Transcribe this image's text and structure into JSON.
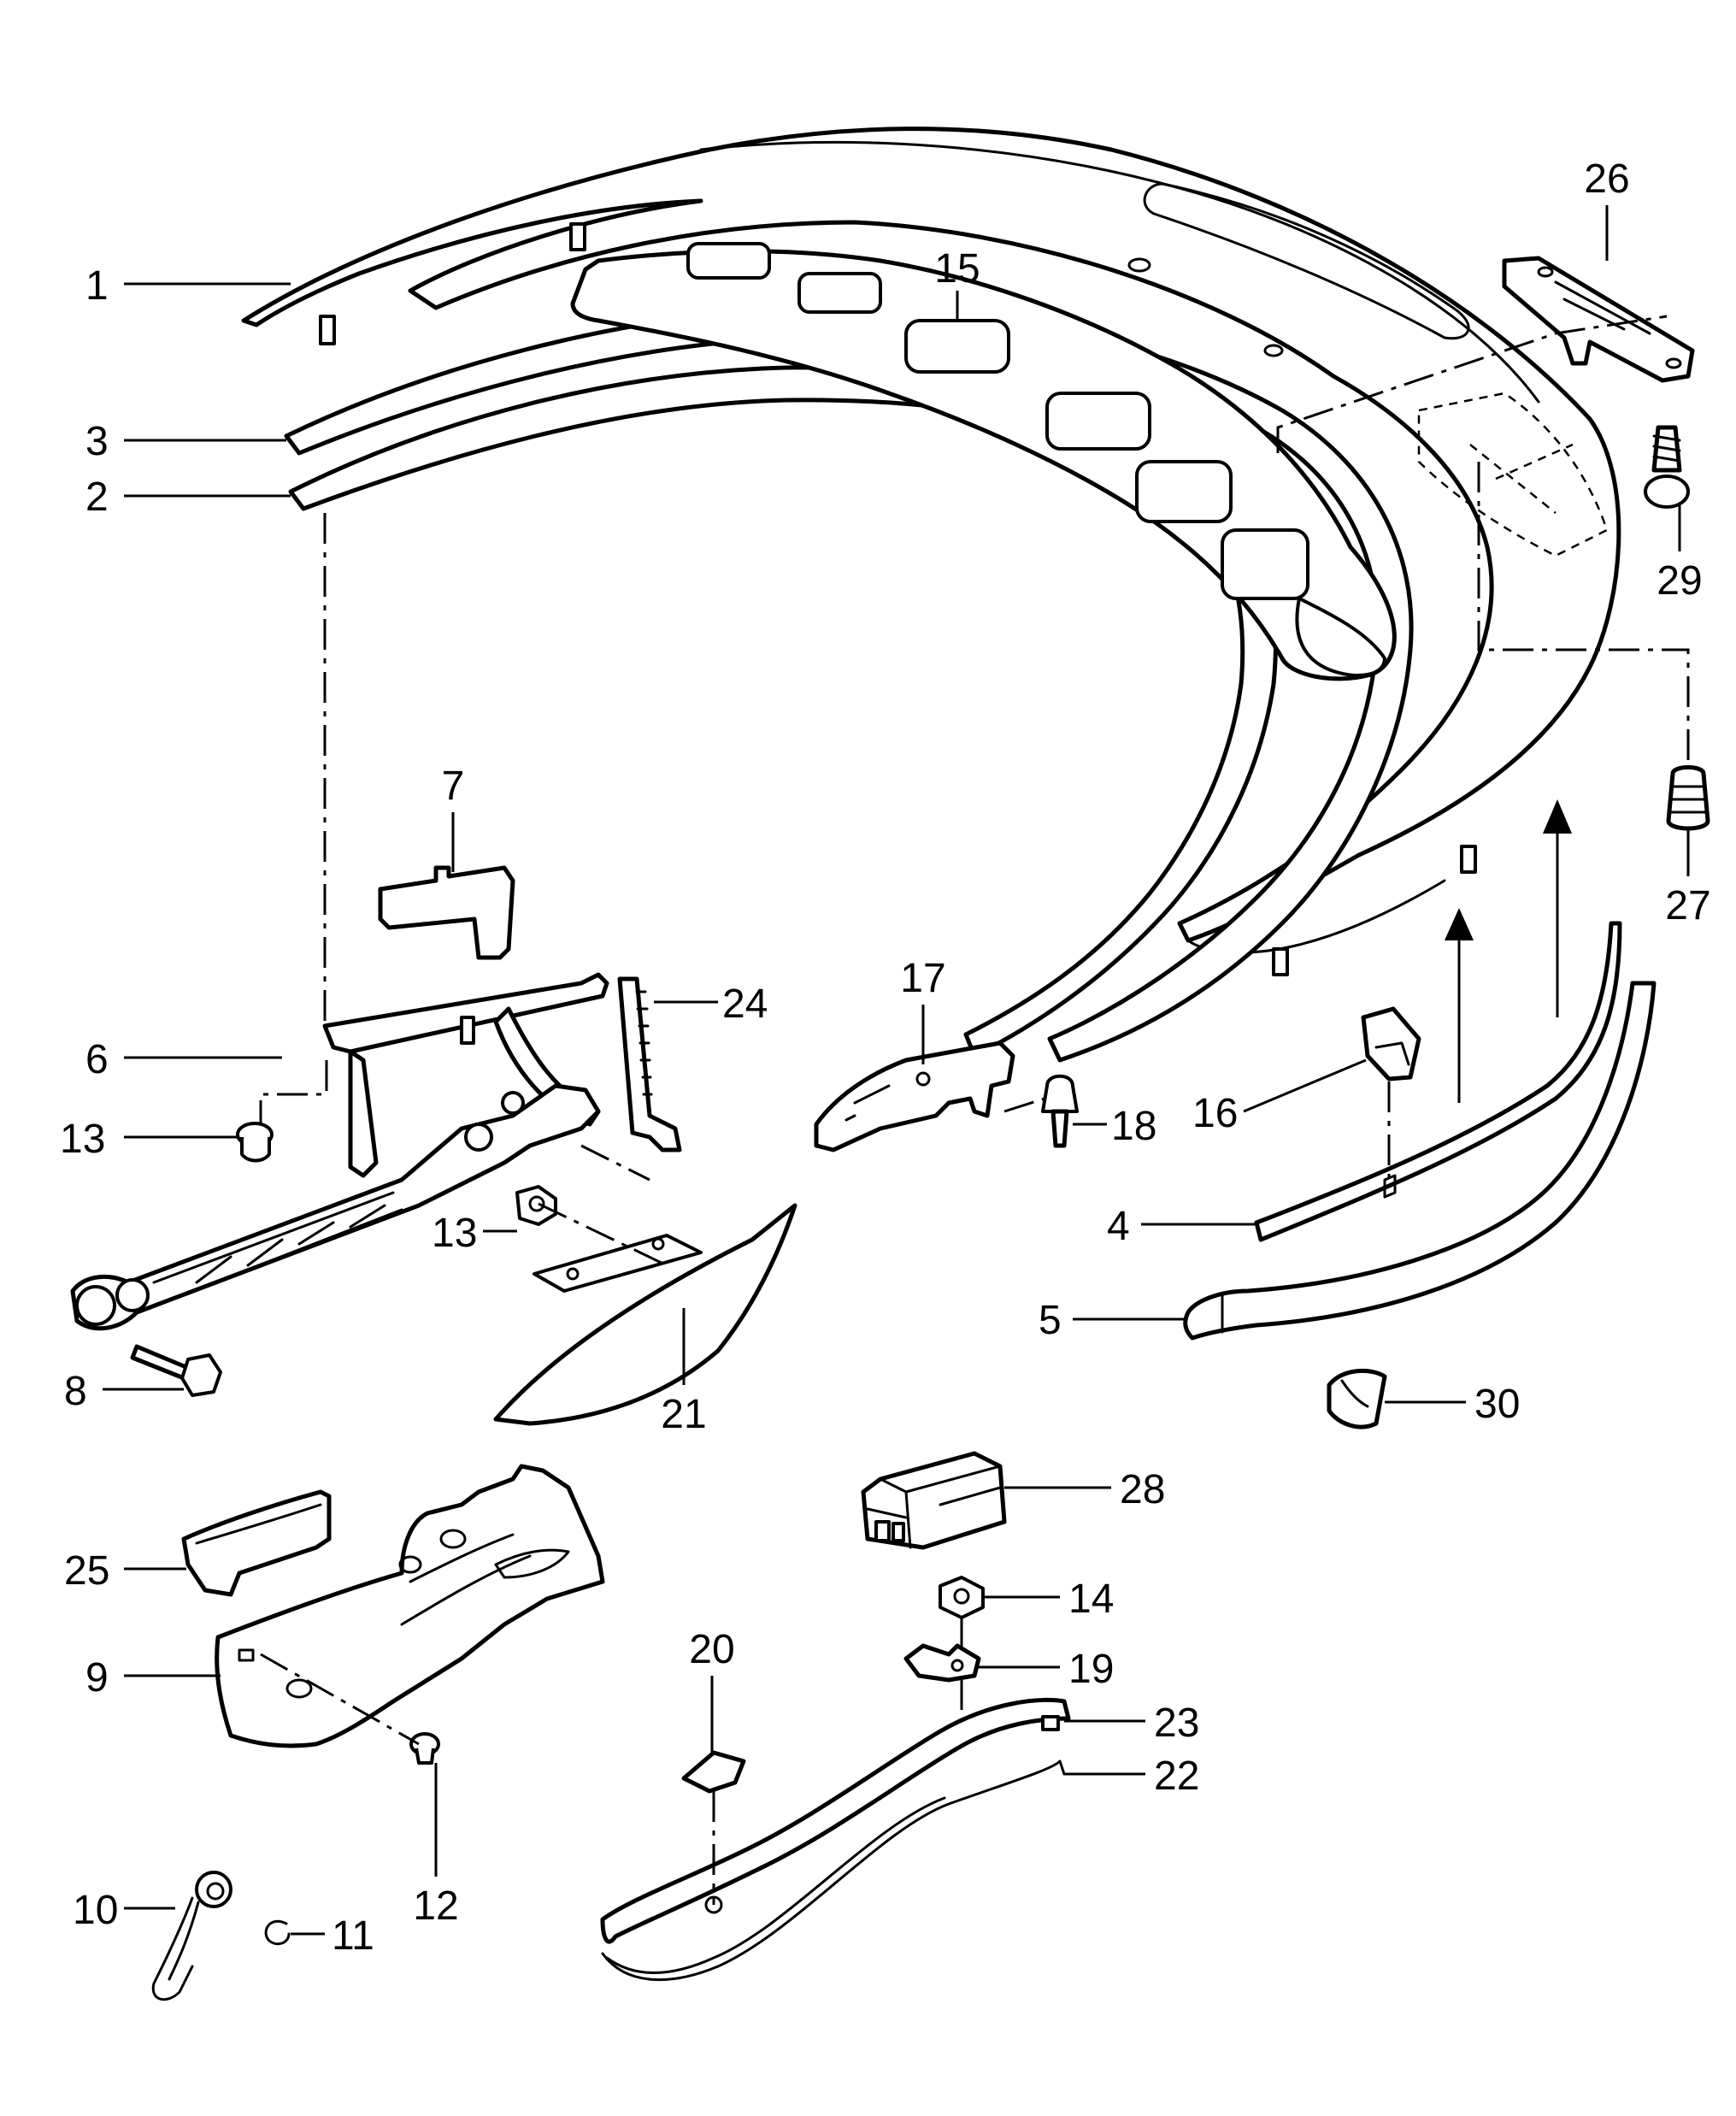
{
  "colors": {
    "line": "#000000",
    "background": "#ffffff"
  },
  "callouts": [
    {
      "id": "c1",
      "label": "1"
    },
    {
      "id": "c3",
      "label": "3"
    },
    {
      "id": "c2",
      "label": "2"
    },
    {
      "id": "c26",
      "label": "26"
    },
    {
      "id": "c15",
      "label": "15"
    },
    {
      "id": "c29",
      "label": "29"
    },
    {
      "id": "c27",
      "label": "27"
    },
    {
      "id": "c7",
      "label": "7"
    },
    {
      "id": "c24",
      "label": "24"
    },
    {
      "id": "c17",
      "label": "17"
    },
    {
      "id": "c6",
      "label": "6"
    },
    {
      "id": "c13a",
      "label": "13"
    },
    {
      "id": "c13b",
      "label": "13"
    },
    {
      "id": "c18",
      "label": "18"
    },
    {
      "id": "c16",
      "label": "16"
    },
    {
      "id": "c4",
      "label": "4"
    },
    {
      "id": "c5",
      "label": "5"
    },
    {
      "id": "c8",
      "label": "8"
    },
    {
      "id": "c21",
      "label": "21"
    },
    {
      "id": "c30",
      "label": "30"
    },
    {
      "id": "c28",
      "label": "28"
    },
    {
      "id": "c25",
      "label": "25"
    },
    {
      "id": "c14",
      "label": "14"
    },
    {
      "id": "c9",
      "label": "9"
    },
    {
      "id": "c20",
      "label": "20"
    },
    {
      "id": "c19",
      "label": "19"
    },
    {
      "id": "c23",
      "label": "23"
    },
    {
      "id": "c22",
      "label": "22"
    },
    {
      "id": "c12",
      "label": "12"
    },
    {
      "id": "c10",
      "label": "10"
    },
    {
      "id": "c11",
      "label": "11"
    }
  ]
}
